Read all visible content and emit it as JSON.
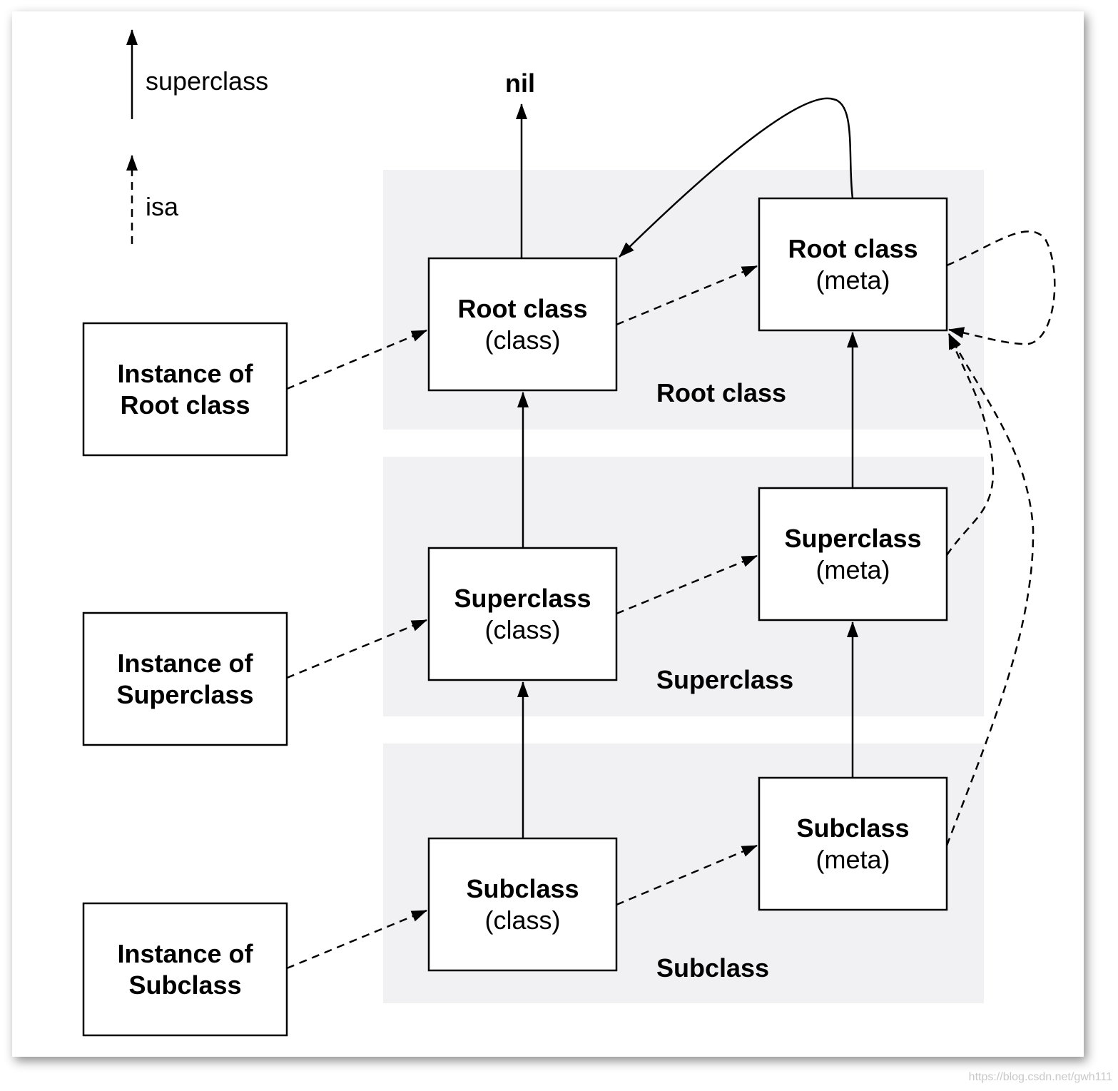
{
  "legend": {
    "superclass_label": "superclass",
    "isa_label": "isa"
  },
  "nil_label": "nil",
  "bands": {
    "root": "Root class",
    "super": "Superclass",
    "sub": "Subclass"
  },
  "instances": {
    "root": {
      "line1": "Instance of",
      "line2": "Root class"
    },
    "super": {
      "line1": "Instance of",
      "line2": "Superclass"
    },
    "sub": {
      "line1": "Instance of",
      "line2": "Subclass"
    }
  },
  "classes": {
    "root": {
      "name": "Root class",
      "kind": "(class)"
    },
    "super": {
      "name": "Superclass",
      "kind": "(class)"
    },
    "sub": {
      "name": "Subclass",
      "kind": "(class)"
    }
  },
  "metas": {
    "root": {
      "name": "Root class",
      "kind": "(meta)"
    },
    "super": {
      "name": "Superclass",
      "kind": "(meta)"
    },
    "sub": {
      "name": "Subclass",
      "kind": "(meta)"
    }
  },
  "watermark": "https://blog.csdn.net/gwh111"
}
